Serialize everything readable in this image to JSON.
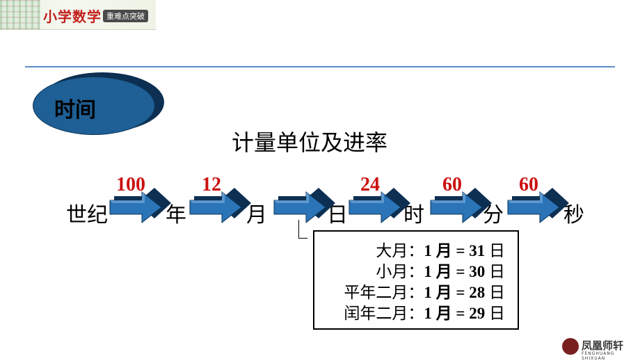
{
  "header": {
    "brand_title": "小学数学",
    "brand_badge": "重难点突破"
  },
  "section": {
    "label": "时间"
  },
  "main_title": "计量单位及进率",
  "units": [
    "世纪",
    "年",
    "月",
    "日",
    "时",
    "分",
    "秒"
  ],
  "rates": [
    "100",
    "12",
    "",
    "24",
    "60",
    "60"
  ],
  "month_box": {
    "rows": [
      {
        "name": "大月：",
        "expr": "1 月 = ",
        "value": "31",
        "unit": " 日"
      },
      {
        "name": "小月：",
        "expr": "1 月 = ",
        "value": "30",
        "unit": " 日"
      },
      {
        "name": "平年二月：",
        "expr": "1 月 = ",
        "value": "28",
        "unit": " 日"
      },
      {
        "name": "闰年二月：",
        "expr": "1 月 = ",
        "value": "29",
        "unit": " 日"
      }
    ]
  },
  "footer": {
    "logo_text": "凤凰师轩",
    "logo_sub": "FENGHUANG SHIXUAN"
  },
  "colors": {
    "accent_red": "#cc1111",
    "arrow_blue": "#2b74b8",
    "rule_blue": "#5b8cc8"
  }
}
